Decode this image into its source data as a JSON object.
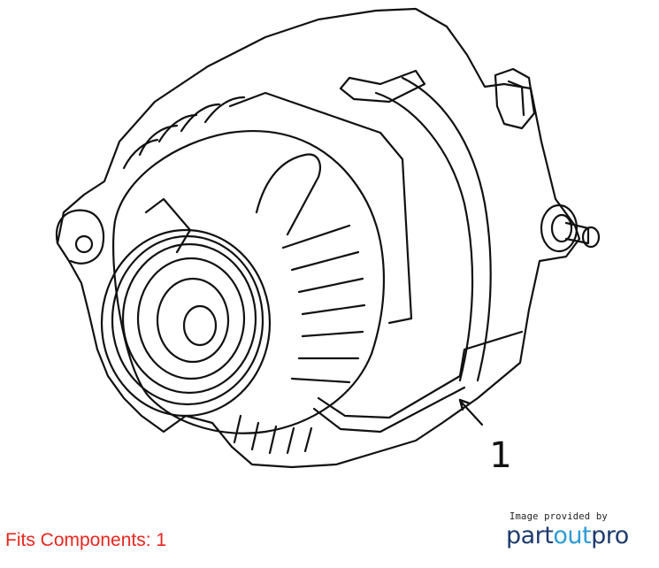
{
  "diagram": {
    "part": "alternator",
    "callout_number": "1",
    "line_color": "#111111"
  },
  "footer": {
    "fits_components": "Fits Components: 1",
    "fits_color": "#e8261f",
    "credit_text": "Image provided by",
    "logo": {
      "part1": "part",
      "part2": "out",
      "part3": "pro",
      "color_dark": "#1e3a6e",
      "color_accent": "#2e9bd6"
    }
  }
}
